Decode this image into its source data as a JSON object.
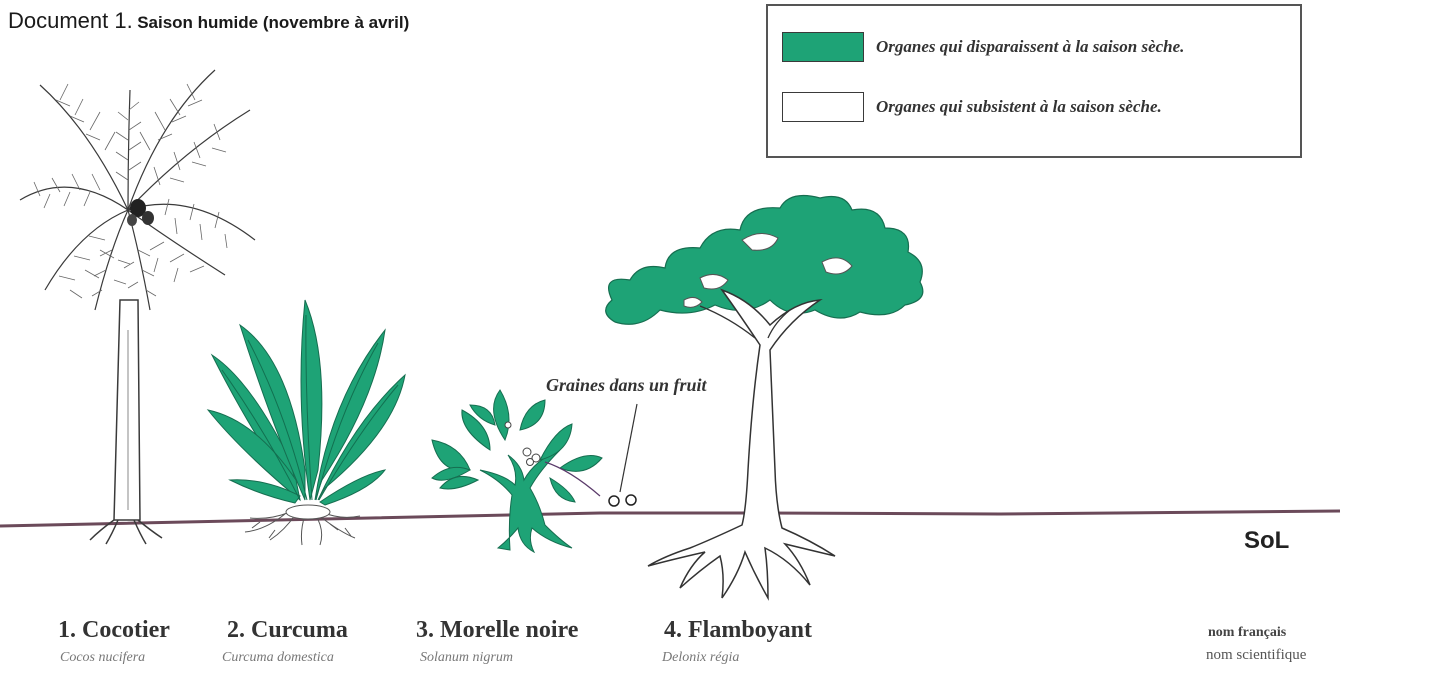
{
  "document": {
    "title_prefix": "Document 1.",
    "title_rest": "Saison humide (novembre à avril)"
  },
  "legend": {
    "disappear_label": "Organes qui disparaissent à la saison sèche.",
    "persist_label": "Organes qui subsistent à la saison sèche.",
    "disappear_color": "#1ea376",
    "persist_color": "#ffffff"
  },
  "annotations": {
    "seeds": "Graines dans un fruit",
    "soil": "SoL"
  },
  "plants": [
    {
      "label": "1. Cocotier",
      "scientific": "Cocos nucifera"
    },
    {
      "label": "2. Curcuma",
      "scientific": "Curcuma domestica"
    },
    {
      "label": "3. Morelle noire",
      "scientific": "Solanum nigrum"
    },
    {
      "label": "4. Flamboyant",
      "scientific": "Delonix régia"
    }
  ],
  "name_key": {
    "french": "nom français",
    "scientific": "nom scientifique"
  }
}
